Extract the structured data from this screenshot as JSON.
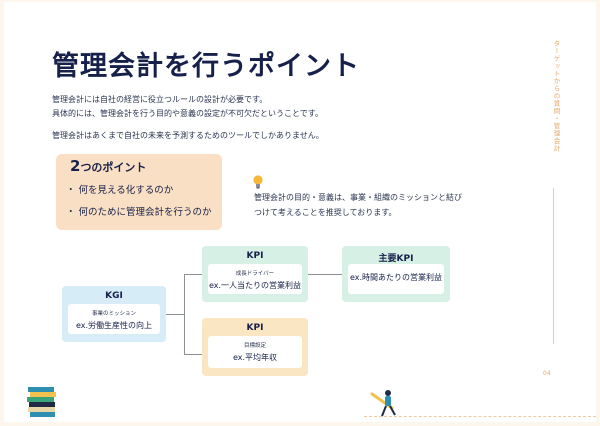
{
  "title": "管理会計を行うポイント",
  "body": {
    "line1": "管理会計には自社の経営に役立つルールの設計が必要です。",
    "line2": "具体的には、管理会計を行う目的や意義の設定が不可欠だということです。",
    "line3": "管理会計はあくまで自社の未来を予測するためのツールでしかありません。"
  },
  "points": {
    "title_number": "2",
    "title_text": "つのポイント",
    "items": [
      "・ 何を見える化するのか",
      "・ 何のために管理会計を行うのか"
    ]
  },
  "note": {
    "line1": "管理会計の目的・意義は、事業・組織のミッションと結び",
    "line2": "つけて考えることを推奨しております。"
  },
  "side_text": "ターゲットからの質問・管理会計",
  "page_number": "04",
  "diagram": {
    "kgi": {
      "label": "KGI",
      "sub": "事業のミッション",
      "main": "ex.労働生産性の向上"
    },
    "kpi_top": {
      "label": "KPI",
      "sub": "成長ドライバー",
      "main": "ex.一人当たりの営業利益"
    },
    "kpi_main": {
      "label": "主要KPI",
      "main": "ex.時間あたりの営業利益"
    },
    "kpi_bottom": {
      "label": "KPI",
      "sub": "目標設定",
      "main": "ex.平均年収"
    }
  },
  "colors": {
    "kgi": "#d6ecf7",
    "kpi": "#d6f0e5",
    "kpi_bottom": "#fbe6c4",
    "accent": "#e6a86a",
    "title": "#16204a"
  }
}
